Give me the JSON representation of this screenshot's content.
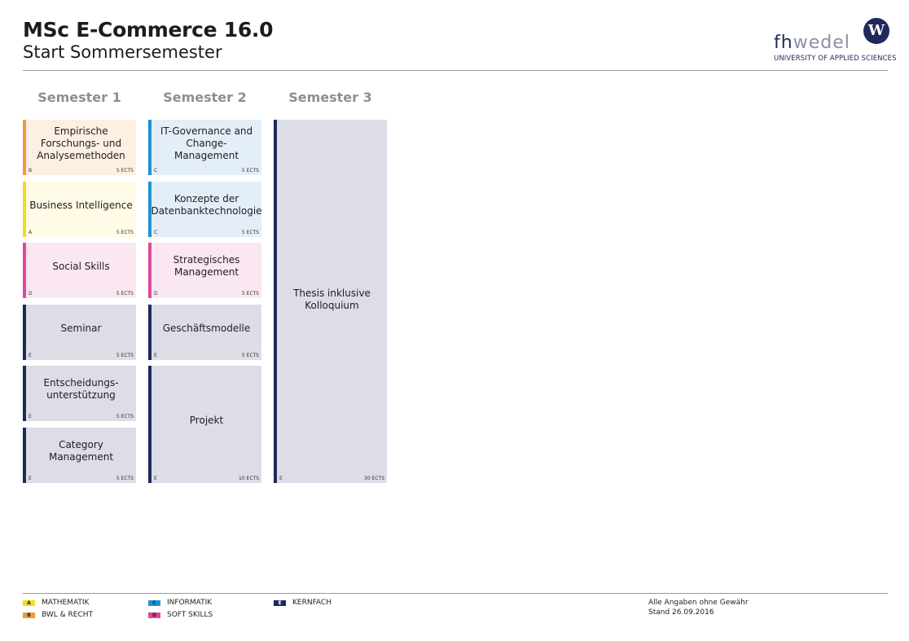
{
  "header": {
    "title": "MSc E-Commerce 16.0",
    "subtitle": "Start Sommersemester"
  },
  "logo": {
    "word_fh": "fh",
    "word_wedel": "wedel",
    "seal_letter": "W",
    "tagline": "UNIVERSITY OF APPLIED SCIENCES"
  },
  "semesters": [
    {
      "label": "Semester 1"
    },
    {
      "label": "Semester 2"
    },
    {
      "label": "Semester 3"
    }
  ],
  "modules": {
    "s1": [
      {
        "name": "Empirische Forschungs- und Analysemethoden",
        "code": "B",
        "ects": "5 ECTS"
      },
      {
        "name": "Business Intelligence",
        "code": "A",
        "ects": "5 ECTS"
      },
      {
        "name": "Social Skills",
        "code": "D",
        "ects": "5 ECTS"
      },
      {
        "name": "Seminar",
        "code": "E",
        "ects": "5 ECTS"
      },
      {
        "name": "Entscheidungs-unterstützung",
        "code": "E",
        "ects": "5 ECTS"
      },
      {
        "name": "Category Management",
        "code": "E",
        "ects": "5 ECTS"
      }
    ],
    "s2": [
      {
        "name": "IT-Governance and Change-Management",
        "code": "C",
        "ects": "5 ECTS"
      },
      {
        "name": "Konzepte der Datenbanktechnologie",
        "code": "C",
        "ects": "5 ECTS"
      },
      {
        "name": "Strategisches Management",
        "code": "D",
        "ects": "5 ECTS"
      },
      {
        "name": "Geschäftsmodelle",
        "code": "E",
        "ects": "5 ECTS"
      },
      {
        "name": "Projekt",
        "code": "E",
        "ects": "10 ECTS"
      }
    ],
    "s3": [
      {
        "name": "Thesis inklusive Kolloquium",
        "code": "E",
        "ects": "30 ECTS"
      }
    ]
  },
  "categories": {
    "A": {
      "label": "MATHEMATIK",
      "accent": "#f5dc1e",
      "fill": "#fffbe6"
    },
    "B": {
      "label": "BWL & RECHT",
      "accent": "#f29a3c",
      "fill": "#fdf0e3"
    },
    "C": {
      "label": "INFORMATIK",
      "accent": "#1c93d1",
      "fill": "#e3eef8"
    },
    "D": {
      "label": "SOFT SKILLS",
      "accent": "#e0489b",
      "fill": "#fbe7f1"
    },
    "E": {
      "label": "KERNFACH",
      "accent": "#1e2a5a",
      "fill": "#dddde8"
    }
  },
  "footer": {
    "note1": "Alle Angaben ohne Gewähr",
    "note2": "Stand 26.09.2016"
  }
}
